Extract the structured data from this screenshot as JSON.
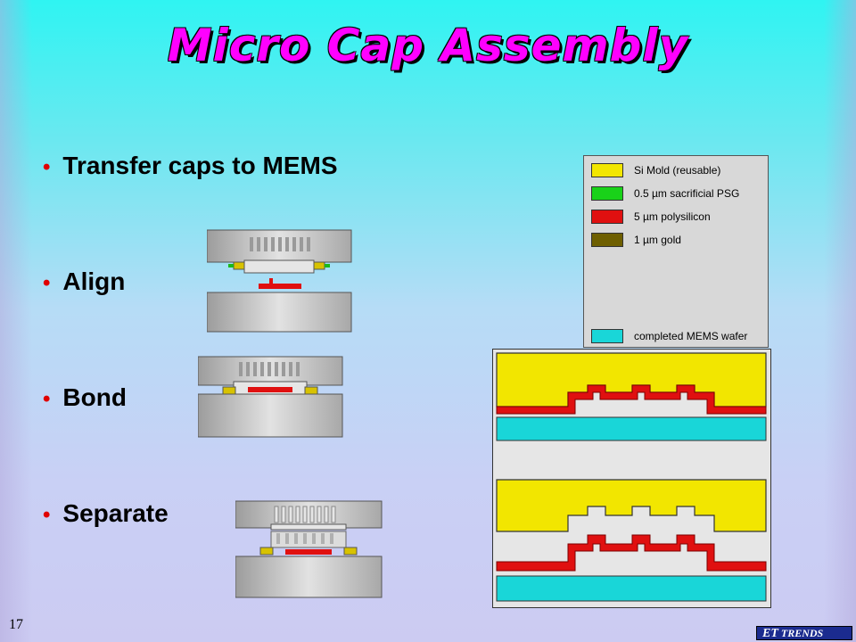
{
  "slide": {
    "title": "Micro Cap Assembly",
    "page_number": "17"
  },
  "bullets": [
    "Transfer caps to MEMS",
    "Align",
    "Bond",
    "Separate"
  ],
  "legend": [
    {
      "label": "Si Mold (reusable)",
      "color": "#f2e600"
    },
    {
      "label": "0.5 µm sacrificial PSG",
      "color": "#19d219"
    },
    {
      "label": "5 µm polysilicon",
      "color": "#e01010"
    },
    {
      "label": "1 µm gold",
      "color": "#6e5f00"
    },
    {
      "label": "completed MEMS wafer",
      "color": "#19d6d8"
    }
  ],
  "logo": {
    "prefix": "ET",
    "suffix": "TRENDS"
  },
  "colors": {
    "title": "#ff00ff",
    "bullet_dot": "#e00000",
    "mold": "#f2e600",
    "poly": "#e01010",
    "wafer": "#19d6d8",
    "gray_block": "#bdbdbd"
  }
}
